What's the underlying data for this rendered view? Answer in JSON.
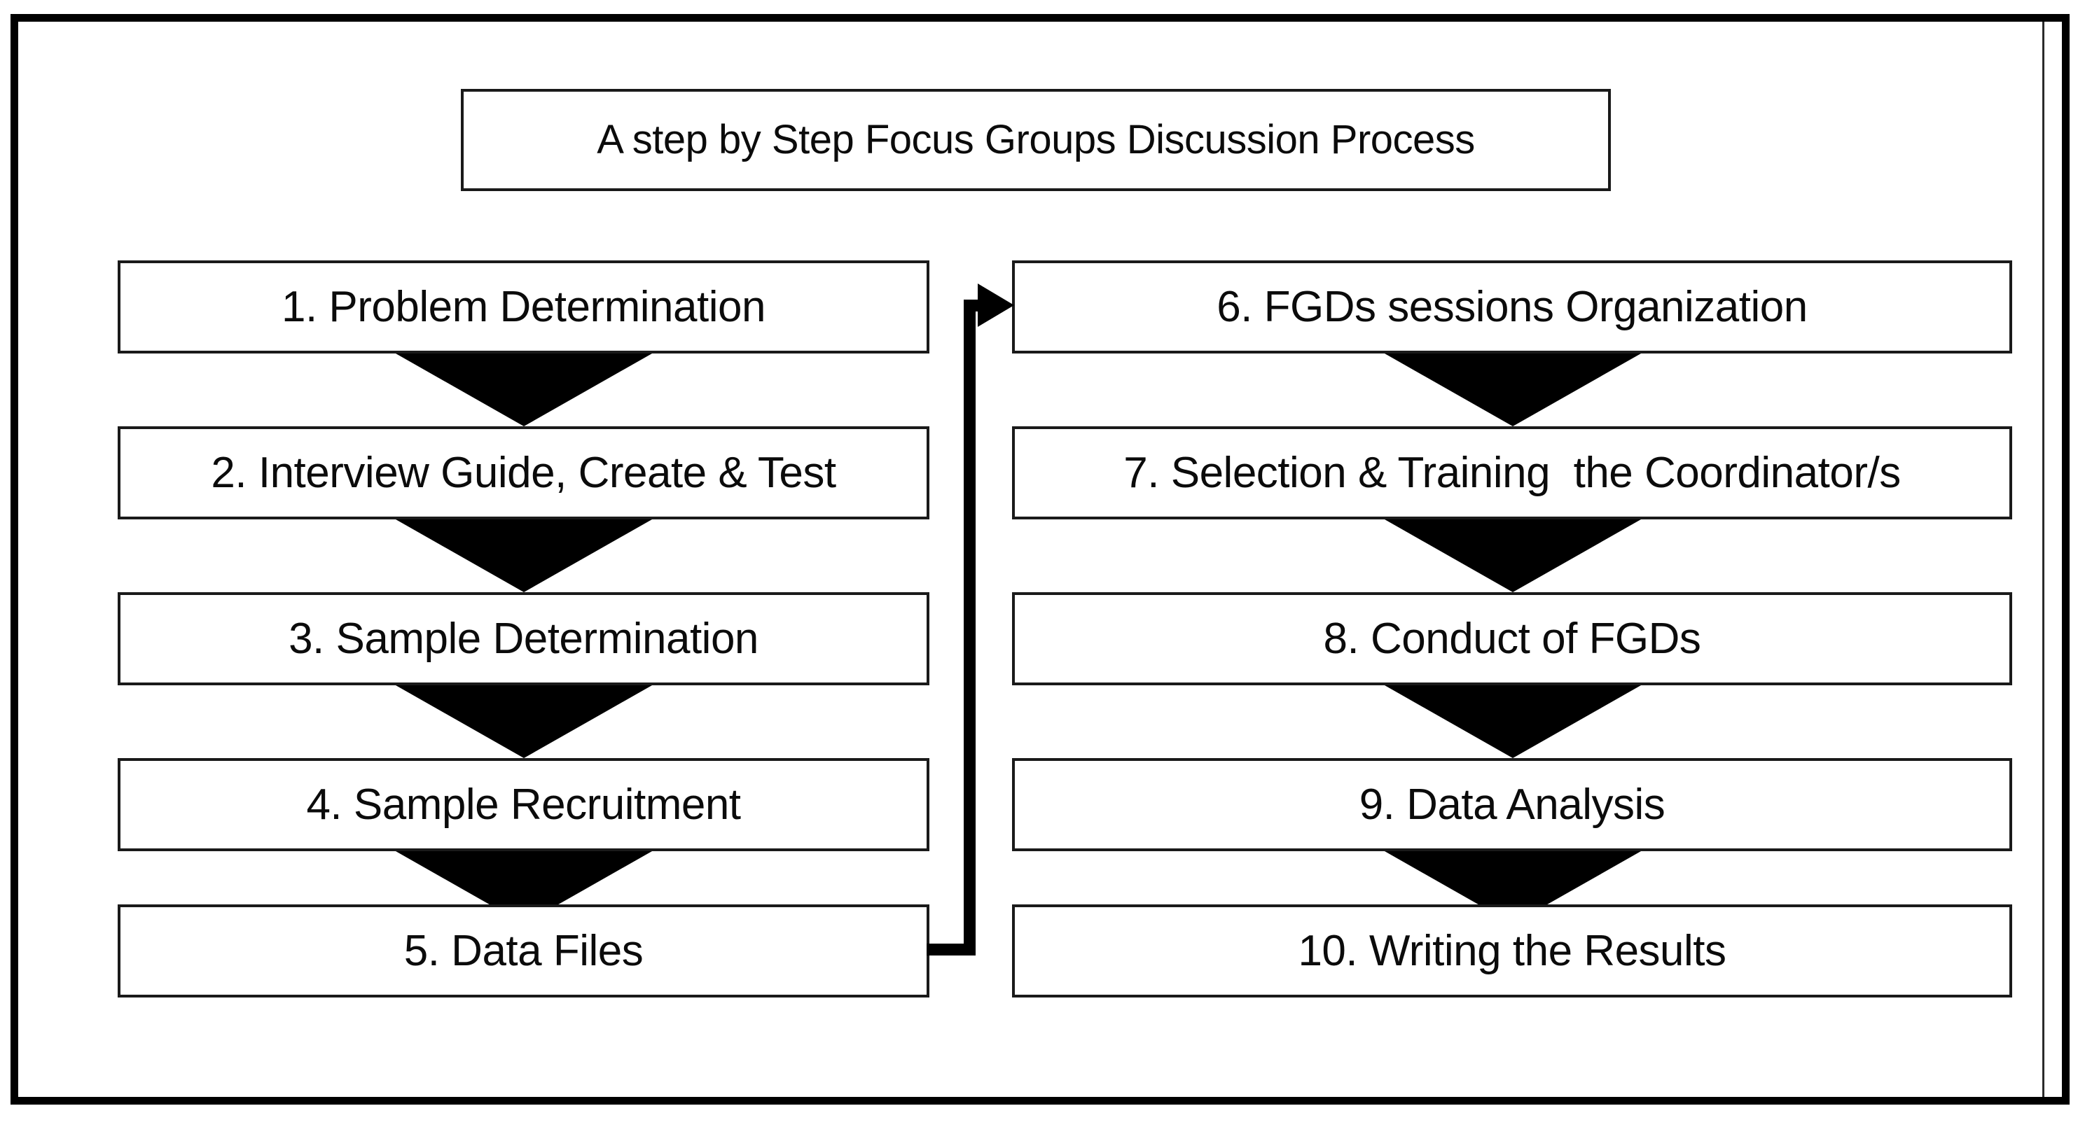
{
  "diagram": {
    "title": "A step by Step Focus Groups Discussion Process",
    "left_column": [
      {
        "label": "1. Problem Determination"
      },
      {
        "label": "2. Interview Guide, Create & Test"
      },
      {
        "label": "3. Sample Determination"
      },
      {
        "label": "4. Sample Recruitment"
      },
      {
        "label": "5. Data Files"
      }
    ],
    "right_column": [
      {
        "label": "6. FGDs sessions Organization"
      },
      {
        "label": "7. Selection & Training  the Coordinator/s"
      },
      {
        "label": "8. Conduct of FGDs"
      },
      {
        "label": "9. Data Analysis"
      },
      {
        "label": "10. Writing the Results"
      }
    ],
    "colors": {
      "frame": "#000000",
      "box_border": "#1a1a1a",
      "box_fill": "#ffffff",
      "arrow": "#000000",
      "text": "#0b0b0b"
    }
  },
  "chart_data": {
    "type": "table",
    "title": "A step by Step Focus Groups Discussion Process",
    "categories": [
      "1. Problem Determination",
      "2. Interview Guide, Create & Test",
      "3. Sample Determination",
      "4. Sample Recruitment",
      "5. Data Files",
      "6. FGDs sessions Organization",
      "7. Selection & Training  the Coordinator/s",
      "8. Conduct of FGDs",
      "9. Data Analysis",
      "10. Writing the Results"
    ],
    "values": [
      1,
      2,
      3,
      4,
      5,
      6,
      7,
      8,
      9,
      10
    ],
    "xlabel": "",
    "ylabel": "",
    "edges": [
      {
        "from": "1. Problem Determination",
        "to": "2. Interview Guide, Create & Test"
      },
      {
        "from": "2. Interview Guide, Create & Test",
        "to": "3. Sample Determination"
      },
      {
        "from": "3. Sample Determination",
        "to": "4. Sample Recruitment"
      },
      {
        "from": "4. Sample Recruitment",
        "to": "5. Data Files"
      },
      {
        "from": "5. Data Files",
        "to": "6. FGDs sessions Organization"
      },
      {
        "from": "6. FGDs sessions Organization",
        "to": "7. Selection & Training  the Coordinator/s"
      },
      {
        "from": "7. Selection & Training  the Coordinator/s",
        "to": "8. Conduct of FGDs"
      },
      {
        "from": "8. Conduct of FGDs",
        "to": "9. Data Analysis"
      },
      {
        "from": "9. Data Analysis",
        "to": "10. Writing the Results"
      }
    ]
  }
}
